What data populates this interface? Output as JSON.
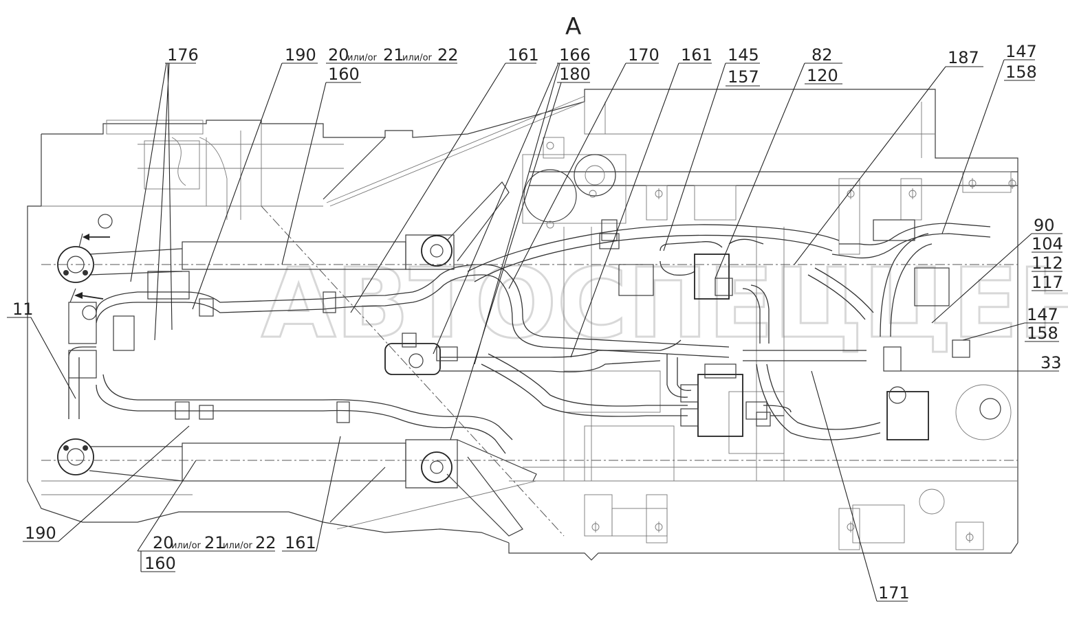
{
  "view_label": "А",
  "watermark": "АВТОСПЕЦЦЕНТР",
  "callouts": {
    "c176": "176",
    "c190_top": "190",
    "c20_top": "20",
    "c21_top": "21",
    "c22_top": "22",
    "or1_top": "или/or",
    "or2_top": "или/or",
    "c160_top": "160",
    "c161_a": "161",
    "c166": "166",
    "c180": "180",
    "c170": "170",
    "c161_b": "161",
    "c145": "145",
    "c157": "157",
    "c82": "82",
    "c120": "120",
    "c187": "187",
    "c147_top": "147",
    "c158_top": "158",
    "c90": "90",
    "c104": "104",
    "c112": "112",
    "c117": "117",
    "c147_mid": "147",
    "c158_mid": "158",
    "c33": "33",
    "c11": "11",
    "c190_bot": "190",
    "c20_bot": "20",
    "c21_bot": "21",
    "c22_bot": "22",
    "or1_bot": "или/or",
    "or2_bot": "или/or",
    "c161_bot": "161",
    "c160_bot": "160",
    "c171": "171"
  }
}
